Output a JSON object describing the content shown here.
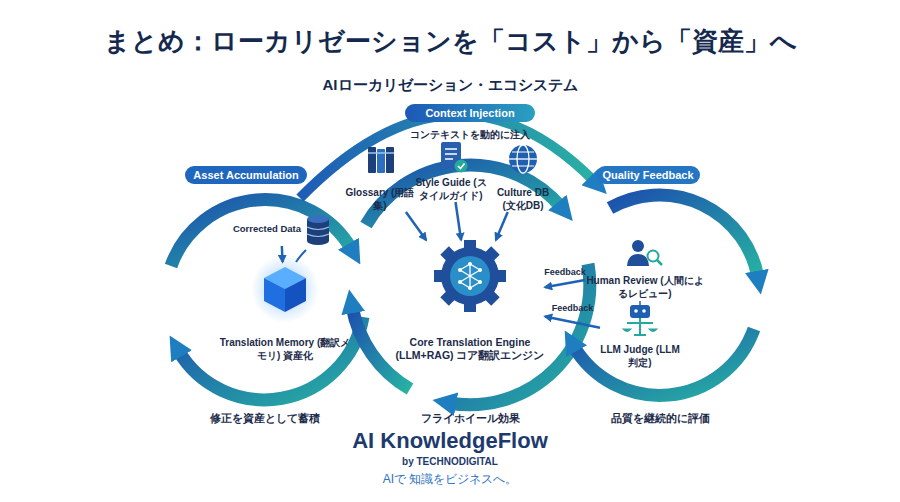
{
  "diagram": {
    "title": "まとめ：ローカリゼーションを「コスト」から「資産」へ",
    "nodes": [
      {
        "text": [
          "Context Injection"
        ]
      },
      {
        "text": [
          "Asset Accumulation"
        ]
      },
      {
        "text": [
          "Glossary (用語集)"
        ]
      },
      {
        "text": [
          "Style Guide (スタイルガイド)"
        ]
      },
      {
        "text": [
          "Culture DB (文化DB)"
        ]
      },
      {
        "text": [
          "Quality Feedback"
        ]
      },
      {
        "text": [
          "Corrected Data"
        ]
      },
      {
        "text": [
          "Human Review (人間によるレビュー)"
        ]
      },
      {
        "text": [
          "Translation Memory (翻訳メモリ) 資産化"
        ]
      },
      {
        "text": [
          "Core Translation Engine (LLM+RAG) コア翻訳エンジン"
        ]
      },
      {
        "text": [
          "LLM Judge (LLM判定)"
        ]
      }
    ],
    "edges": [
      {
        "from": 6,
        "to": 8,
        "arrow": "to"
      },
      {
        "from": 2,
        "to": 9,
        "arrow": "to"
      },
      {
        "from": 3,
        "to": 9,
        "arrow": "to"
      },
      {
        "from": 4,
        "to": 9,
        "arrow": "to"
      },
      {
        "from": 7,
        "to": 9,
        "label": "Feedback",
        "arrow": "to"
      },
      {
        "from": 10,
        "to": 9,
        "label": "Feedback",
        "arrow": "to"
      }
    ],
    "labels": [
      "AIローカリゼーション・エコシステム",
      "コンテキストを動的に注入",
      "修正を資産として蓄積",
      "フライホイール効果",
      "品質を継続的に評価",
      "AI KnowledgeFlow",
      "by TECHNODIGITAL",
      "AIで 知識をビジネスへ。"
    ]
  }
}
